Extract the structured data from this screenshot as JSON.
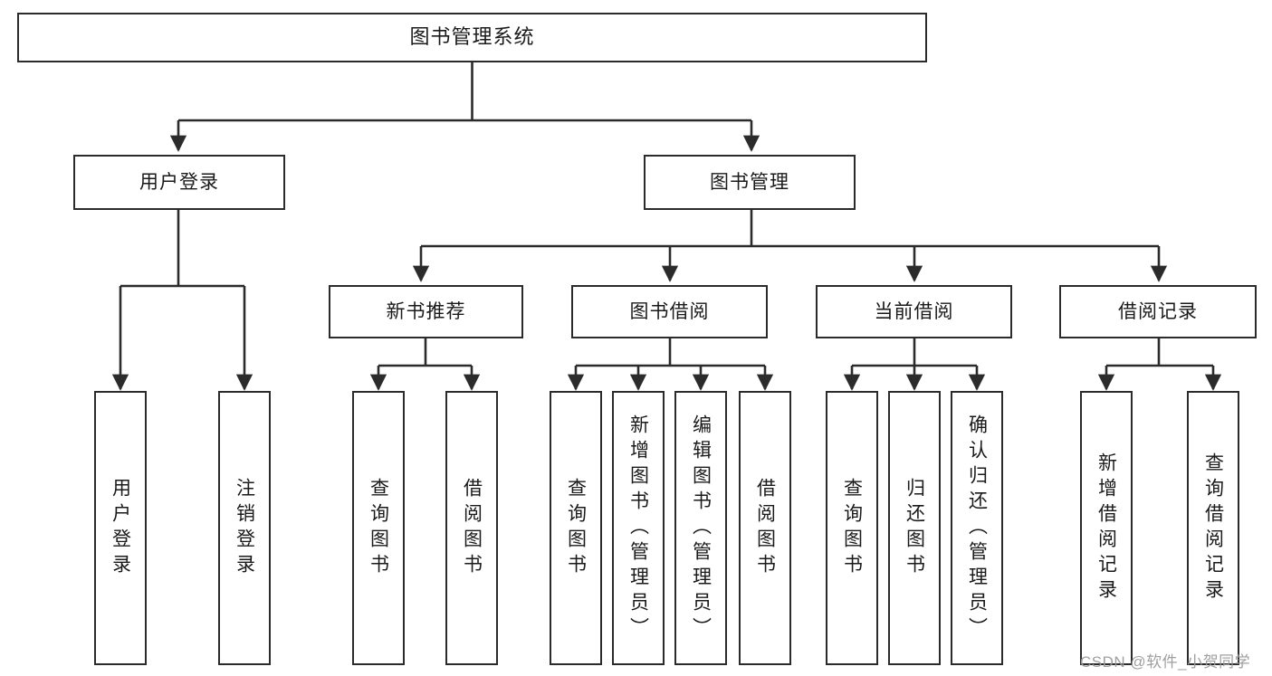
{
  "diagram": {
    "title": "图书管理系统",
    "type": "tree-hierarchy-chart",
    "colors": {
      "box_border": "#2b2b2b",
      "box_fill": "#ffffff",
      "connector": "#2b2b2b",
      "background": "#ffffff",
      "watermark": "#9a9a9a"
    },
    "root": {
      "label": "图书管理系统"
    },
    "level2": [
      {
        "label": "用户登录"
      },
      {
        "label": "图书管理"
      }
    ],
    "level3": [
      {
        "label": "新书推荐"
      },
      {
        "label": "图书借阅"
      },
      {
        "label": "当前借阅"
      },
      {
        "label": "借阅记录"
      }
    ],
    "leaves": {
      "user_login": [
        {
          "label": "用户登录"
        },
        {
          "label": "注销登录"
        }
      ],
      "new_book_recommend": [
        {
          "label": "查询图书"
        },
        {
          "label": "借阅图书"
        }
      ],
      "book_borrow": [
        {
          "label": "查询图书"
        },
        {
          "label": "新增图书（管理员）"
        },
        {
          "label": "编辑图书（管理员）"
        },
        {
          "label": "借阅图书"
        }
      ],
      "current_borrow": [
        {
          "label": "查询图书"
        },
        {
          "label": "归还图书"
        },
        {
          "label": "确认归还（管理员）"
        }
      ],
      "borrow_records": [
        {
          "label": "新增借阅记录"
        },
        {
          "label": "查询借阅记录"
        }
      ]
    },
    "watermark": "CSDN @软件_小贺同学"
  }
}
